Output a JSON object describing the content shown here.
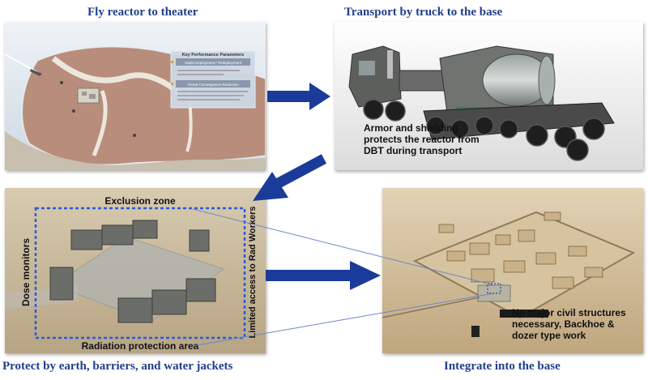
{
  "titles": {
    "step1": "Fly reactor to theater",
    "step2": "Transport by truck to the base",
    "step3": "Protect by earth, barriers, and water jackets",
    "step4": "Integrate into the base"
  },
  "map_panel": {
    "kpp_title": "Key Performance Parameters",
    "kpp_row1": "Rapid Deployment / Redeployment",
    "kpp_row2": "Threat Consequence Reduction"
  },
  "truck_panel": {
    "caption_line1": "Armor and shielding",
    "caption_line2": "protects the reactor from",
    "caption_line3": "DBT during transport"
  },
  "protect_panel": {
    "exclusion": "Exclusion zone",
    "dose": "Dose monitors",
    "limited": "Limited access to Rad Workers",
    "radiation": "Radiation protection area"
  },
  "base_panel": {
    "caption_line1": "No major civil structures",
    "caption_line2": "necessary, Backhoe &",
    "caption_line3": "dozer type work"
  },
  "colors": {
    "title_blue": "#1f3e8c",
    "arrow_blue": "#1b3b9a",
    "dotted_blue": "#2a5bd7"
  }
}
